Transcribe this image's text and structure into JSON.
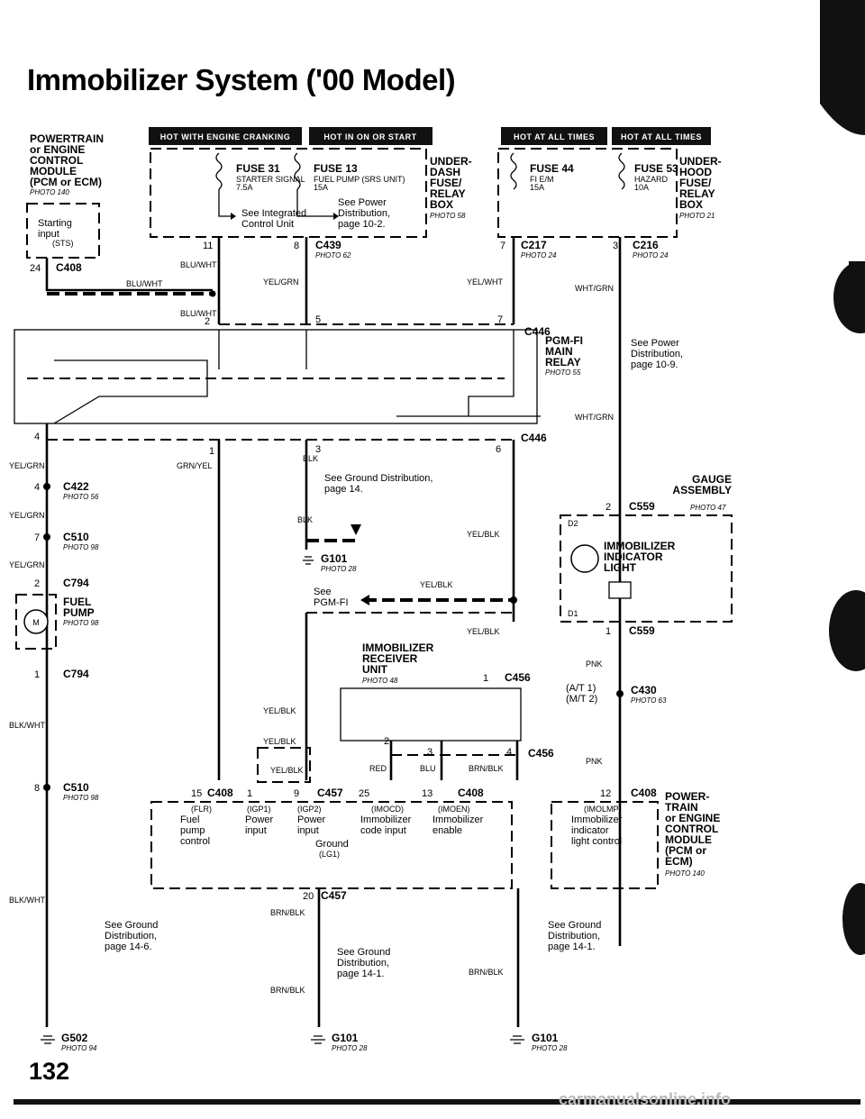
{
  "header": {
    "title": "Immobilizer System ('00 Model)"
  },
  "footer": {
    "page_number": "132",
    "watermark": "carmanualsonline.info"
  },
  "badges": {
    "hot_cranking": "HOT WITH ENGINE CRANKING",
    "hot_on_start": "HOT IN ON OR START",
    "hot_all_1": "HOT AT ALL TIMES",
    "hot_all_2": "HOT AT ALL TIMES"
  },
  "pcm_top": {
    "lines": [
      "POWERTRAIN",
      "or ENGINE",
      "CONTROL",
      "MODULE",
      "(PCM or ECM)"
    ],
    "photo": "PHOTO 140",
    "input_label_1": "Starting",
    "input_label_2": "input",
    "input_sub": "(STS)",
    "pin": "24",
    "connector": "C408"
  },
  "dash_box": {
    "fuse31": "FUSE 31",
    "fuse31_desc": "STARTER SIGNAL",
    "fuse31_amp": "7.5A",
    "fuse13": "FUSE 13",
    "fuse13_desc": "FUEL PUMP (SRS UNIT)",
    "fuse13_amp": "15A",
    "see_power_1": "See Power",
    "see_power_2": "Distribution,",
    "see_power_3": "page 10-2.",
    "see_icu_1": "See Integrated",
    "see_icu_2": "Control Unit",
    "side_lines": [
      "UNDER-",
      "DASH",
      "FUSE/",
      "RELAY",
      "BOX"
    ],
    "photo": "PHOTO 58"
  },
  "hood_box": {
    "fuse44": "FUSE 44",
    "fuse44_desc": "FI E/M",
    "fuse44_amp": "15A",
    "fuse53": "FUSE 53",
    "fuse53_desc": "HAZARD",
    "fuse53_amp": "10A",
    "side_lines": [
      "UNDER-",
      "HOOD",
      "FUSE/",
      "RELAY",
      "BOX"
    ],
    "photo": "PHOTO 21"
  },
  "connectors": {
    "c439": "C439",
    "c439_photo": "PHOTO 62",
    "c439_pin_a": "11",
    "c439_pin_b": "8",
    "c217": "C217",
    "c217_photo": "PHOTO 24",
    "c217_pin": "7",
    "c216": "C216",
    "c216_photo": "PHOTO 24",
    "c216_pin": "3",
    "c446": "C446",
    "c446_pins": [
      "2",
      "5",
      "7"
    ],
    "c446b_pins": [
      "4",
      "1",
      "3",
      "6"
    ],
    "c422": "C422",
    "c422_photo": "PHOTO 56",
    "c422_pin": "4",
    "c510": "C510",
    "c510_photo": "PHOTO 98",
    "c510_pin": "7",
    "c510b_pin": "8",
    "c794": "C794",
    "c794_pin_a": "2",
    "c794_pin_b": "1",
    "c559": "C559",
    "c559_photo": "PHOTO 47",
    "c559_pin_a": "2",
    "c559_pin_b": "1",
    "c430": "C430",
    "c430_photo": "PHOTO 63",
    "c430_at": "(A/T 1)",
    "c430_mt": "(M/T 2)",
    "c456": "C456",
    "c456_pin": "1",
    "c456b_pins": [
      "2",
      "3",
      "4"
    ],
    "c408": "C408",
    "c408_pins": [
      "15",
      "1",
      "25",
      "13",
      "12"
    ],
    "c457": "C457",
    "c457_pin": "9",
    "c457b_pin": "20"
  },
  "wires": {
    "blu_wht": "BLU/WHT",
    "yel_grn": "YEL/GRN",
    "yel_wht": "YEL/WHT",
    "wht_grn": "WHT/GRN",
    "grn_yel": "GRN/YEL",
    "blk": "BLK",
    "yel_blk": "YEL/BLK",
    "blk_wht": "BLK/WHT",
    "red": "RED",
    "blu": "BLU",
    "brn_blk": "BRN/BLK",
    "pnk": "PNK"
  },
  "pgm_relay": {
    "lines": [
      "PGM-FI",
      "MAIN",
      "RELAY"
    ],
    "photo": "PHOTO 55"
  },
  "see_power_right": [
    "See Power",
    "Distribution,",
    "page 10-9."
  ],
  "gauge": {
    "lines": [
      "GAUGE",
      "ASSEMBLY"
    ],
    "indicator": [
      "IMMOBILIZER",
      "INDICATOR",
      "LIGHT"
    ],
    "d2": "D2",
    "d1": "D1"
  },
  "fuel_pump": {
    "lines": [
      "FUEL",
      "PUMP"
    ],
    "photo": "PHOTO 98",
    "symbol": "M"
  },
  "ground_ref": {
    "lines": [
      "See Ground Distribution,",
      "page 14."
    ]
  },
  "g101": {
    "label": "G101",
    "photo": "PHOTO 28"
  },
  "g502": {
    "label": "G502",
    "photo": "PHOTO 94"
  },
  "see_pgm": [
    "See",
    "PGM-FI"
  ],
  "receiver": {
    "lines": [
      "IMMOBILIZER",
      "RECEIVER",
      "UNIT"
    ],
    "photo": "PHOTO 48"
  },
  "pcm_bottom_inputs": {
    "fuel_tag": "(FLR)",
    "fuel": [
      "Fuel",
      "pump",
      "control"
    ],
    "ign1_tag": "(IGP1)",
    "ign1": [
      "Power",
      "input"
    ],
    "ign2_tag": "(IGP2)",
    "ign2": [
      "Power",
      "input"
    ],
    "code_tag": "(IMOCD)",
    "code": [
      "Immobilizer",
      "code input"
    ],
    "enable_tag": "(IMOEN)",
    "enable": [
      "Immobilizer",
      "enable"
    ],
    "ground_tag": "(LG1)",
    "ground": "Ground",
    "light_tag": "(IMOLMP)",
    "light": [
      "Immobilizer",
      "indicator",
      "light control"
    ]
  },
  "pcm_right": {
    "lines": [
      "POWER-",
      "TRAIN",
      "or ENGINE",
      "CONTROL",
      "MODULE",
      "(PCM or",
      "ECM)"
    ],
    "photo": "PHOTO 140"
  },
  "ground_notes": {
    "g_left": [
      "See Ground",
      "Distribution,",
      "page 14-6."
    ],
    "g_mid": [
      "See Ground",
      "Distribution,",
      "page 14-1."
    ],
    "g_right": [
      "See Ground",
      "Distribution,",
      "page 14-1."
    ]
  }
}
